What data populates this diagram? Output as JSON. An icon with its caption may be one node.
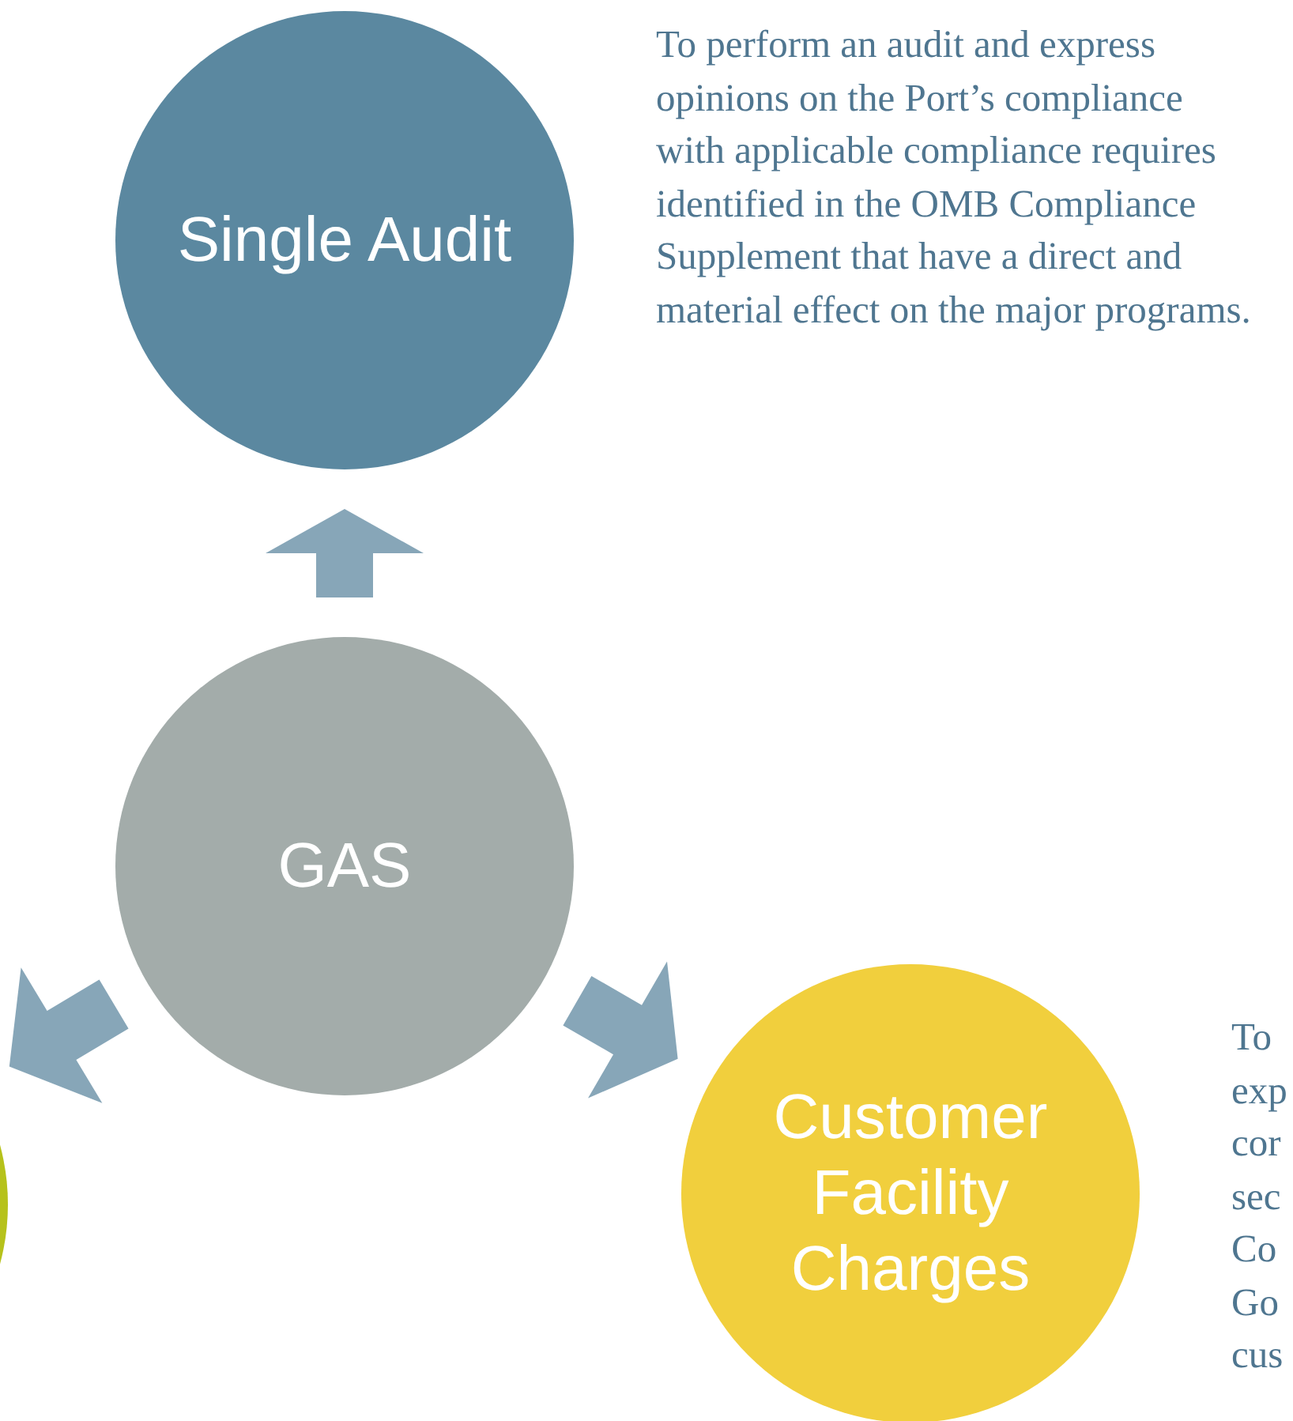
{
  "diagram": {
    "nodes": [
      {
        "text": [
          "Single Audit"
        ],
        "beside": [
          "To perform an audit and express opinions on the Port’s compliance with applicable compliance requires identified in the OMB Compliance Supplement that have a direct and material effect on the major programs."
        ]
      },
      {
        "text": [
          "GAS"
        ]
      },
      {
        "text": [
          "Customer Facility Charges"
        ],
        "beside": [
          "To exp cor sec Co Go cus"
        ]
      },
      {
        "text": [],
        "shape": "circle"
      }
    ],
    "edges": [
      {
        "from": 1,
        "to": 0,
        "arrow": "to"
      },
      {
        "from": 1,
        "to": 3,
        "arrow": "to"
      },
      {
        "from": 1,
        "to": 2,
        "arrow": "to"
      }
    ]
  }
}
